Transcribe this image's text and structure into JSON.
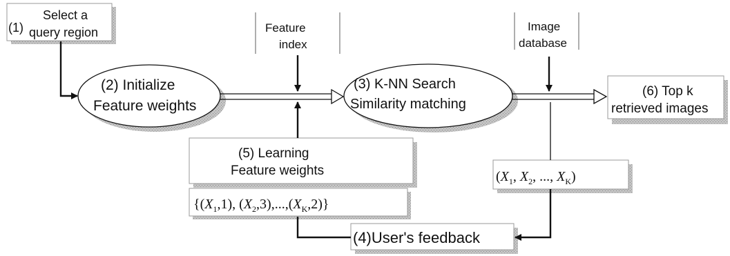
{
  "nodes": {
    "step1": {
      "number": "(1)",
      "line1": "Select a",
      "line2": "query region"
    },
    "step2": {
      "line1": "(2) Initialize",
      "line2": "Feature weights"
    },
    "step3": {
      "line1": "(3) K-NN Search",
      "line2": "Similarity matching"
    },
    "step4": {
      "label": "(4)User's feedback"
    },
    "step5": {
      "line1": "(5) Learning",
      "line2": "Feature weights"
    },
    "step6": {
      "line1": "(6) Top k",
      "line2": "retrieved images"
    },
    "feature_index": {
      "line1": "Feature",
      "line2": "index"
    },
    "image_database": {
      "line1": "Image",
      "line2": "database"
    }
  },
  "annotations": {
    "retrieved_set": {
      "X1": "X",
      "sub1": "1",
      "X2": "X",
      "sub2": "2",
      "dots": "...,",
      "XK": "X",
      "subK": "K"
    },
    "feedback_set": {
      "v1": "1",
      "v2": "3",
      "vK": "2",
      "sub1": "1",
      "sub2": "2",
      "subK": "K",
      "dots": "...,"
    }
  },
  "colors": {
    "stroke": "#111111",
    "shadow": "#b8b8b8",
    "fill": "#ffffff"
  }
}
